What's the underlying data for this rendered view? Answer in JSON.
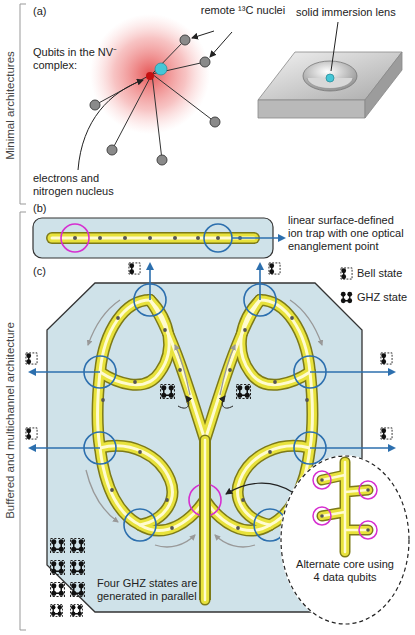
{
  "diagram": {
    "nodes": [
      {
        "text": [
          "Alternate core using 4 data qubits"
        ]
      }
    ],
    "labels": [
      "(a)",
      "remote ¹³C nuclei",
      "Qubits in the NV⁻ complex:",
      "electrons and nitrogen nucleus",
      "solid immersion lens",
      "(b)",
      "linear surface-defined ion trap with one optical enanglement point",
      "(c)",
      "Four GHZ states are generated in parallel",
      "Minimal architectures",
      "Buffered and multichannel architecture"
    ],
    "legend": [
      {
        "text": "Bell state"
      },
      {
        "text": "GHZ state"
      }
    ]
  }
}
